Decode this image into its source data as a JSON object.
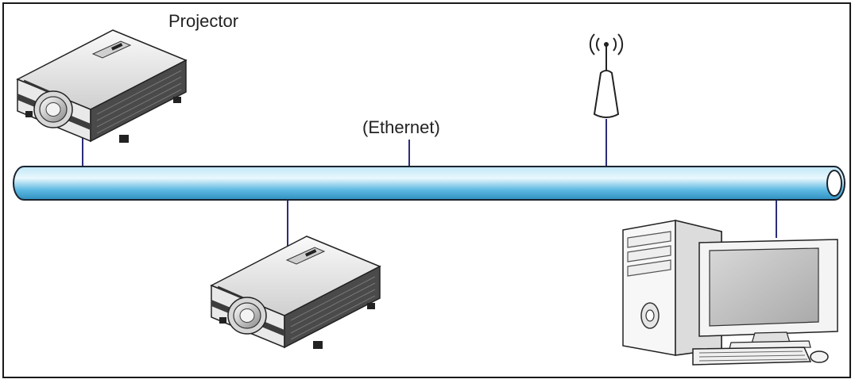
{
  "labels": {
    "projector": "Projector",
    "network": "(Ethernet)"
  },
  "colors": {
    "cable": "#6ec3e6",
    "cable_edge": "#1b2430",
    "link": "#2b2d7a",
    "border": "#1a1a1a",
    "device_body": "#f2f2f2",
    "device_dark": "#3a3a3a"
  },
  "nodes": [
    {
      "id": "projector-1",
      "kind": "projector",
      "label": "Projector"
    },
    {
      "id": "projector-2",
      "kind": "projector"
    },
    {
      "id": "wireless-router",
      "kind": "router"
    },
    {
      "id": "desktop-pc",
      "kind": "computer"
    }
  ],
  "edges": [
    {
      "from": "projector-1",
      "to": "ethernet"
    },
    {
      "from": "wireless-router",
      "to": "ethernet"
    },
    {
      "from": "projector-2",
      "to": "ethernet"
    },
    {
      "from": "desktop-pc",
      "to": "ethernet"
    }
  ]
}
